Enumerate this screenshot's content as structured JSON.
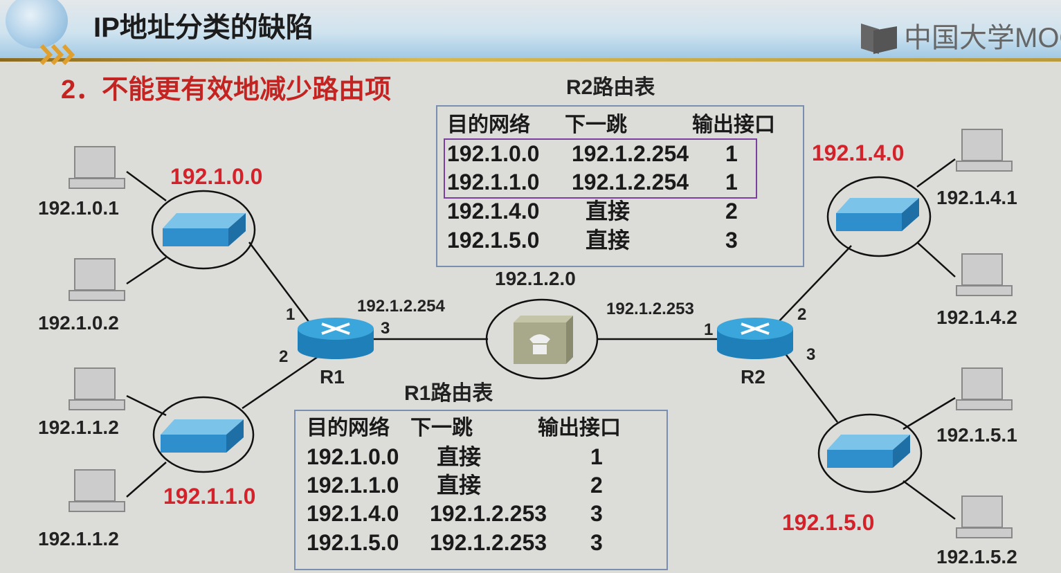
{
  "header": {
    "title": "IP地址分类的缺陷",
    "logo_text": "中国大学MOOC"
  },
  "subtitle": "2．不能更有效地减少路由项",
  "colors": {
    "subtitle": "#c42421",
    "network_label": "#d3222a",
    "highlight_box": "#7b3fa0",
    "router": "#2a8fc8",
    "switch": "#2e8fcc"
  },
  "r2_table": {
    "title": "R2路由表",
    "headers": [
      "目的网络",
      "下一跳",
      "输出接口"
    ],
    "rows": [
      [
        "192.1.0.0",
        "192.1.2.254",
        "1"
      ],
      [
        "192.1.1.0",
        "192.1.2.254",
        "1"
      ],
      [
        "192.1.4.0",
        "直接",
        "2"
      ],
      [
        "192.1.5.0",
        "直接",
        "3"
      ]
    ]
  },
  "r1_table": {
    "title": "R1路由表",
    "headers": [
      "目的网络",
      "下一跳",
      "输出接口"
    ],
    "rows": [
      [
        "192.1.0.0",
        "直接",
        "1"
      ],
      [
        "192.1.1.0",
        "直接",
        "2"
      ],
      [
        "192.1.4.0",
        "192.1.2.253",
        "3"
      ],
      [
        "192.1.5.0",
        "192.1.2.253",
        "3"
      ]
    ]
  },
  "networks": {
    "net_0": "192.1.0.0",
    "net_1": "192.1.1.0",
    "net_4": "192.1.4.0",
    "net_5": "192.1.5.0",
    "net_2": "192.1.2.0"
  },
  "hosts": {
    "h01": "192.1.0.1",
    "h02": "192.1.0.2",
    "h11a": "192.1.1.2",
    "h11b": "192.1.1.2",
    "h41": "192.1.4.1",
    "h42": "192.1.4.2",
    "h51": "192.1.5.1",
    "h52": "192.1.5.2"
  },
  "routers": {
    "r1": {
      "name": "R1",
      "if1": "1",
      "if2": "2",
      "if3": "3",
      "ip3": "192.1.2.254"
    },
    "r2": {
      "name": "R2",
      "if1": "1",
      "if2": "2",
      "if3": "3",
      "ip1": "192.1.2.253"
    }
  }
}
